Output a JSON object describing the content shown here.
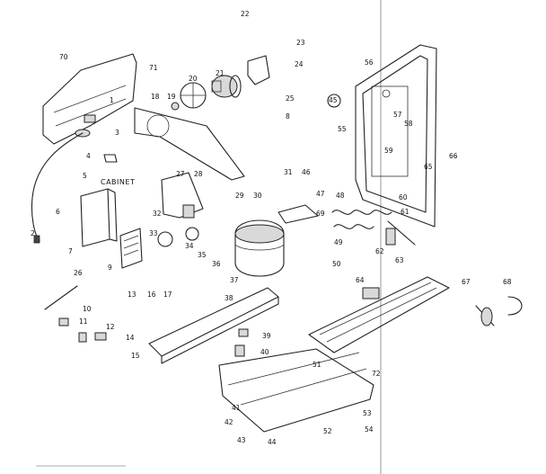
{
  "diagram": {
    "section_label": "CABINET",
    "callouts": [
      "70",
      "71",
      "1",
      "19",
      "18",
      "20",
      "21",
      "22",
      "23",
      "24",
      "25",
      "3",
      "4",
      "5",
      "6",
      "7",
      "8",
      "27",
      "28",
      "29",
      "30",
      "31",
      "46",
      "47",
      "48",
      "49",
      "50",
      "32",
      "33",
      "34",
      "35",
      "36",
      "37",
      "38",
      "39",
      "40",
      "41",
      "42",
      "43",
      "44",
      "45",
      "51",
      "52",
      "53",
      "54",
      "55",
      "56",
      "57",
      "58",
      "59",
      "60",
      "61",
      "62",
      "63",
      "64",
      "65",
      "66",
      "67",
      "68",
      "69",
      "72",
      "2",
      "26",
      "9",
      "10",
      "11",
      "12",
      "13",
      "14",
      "15",
      "16",
      "17"
    ]
  }
}
